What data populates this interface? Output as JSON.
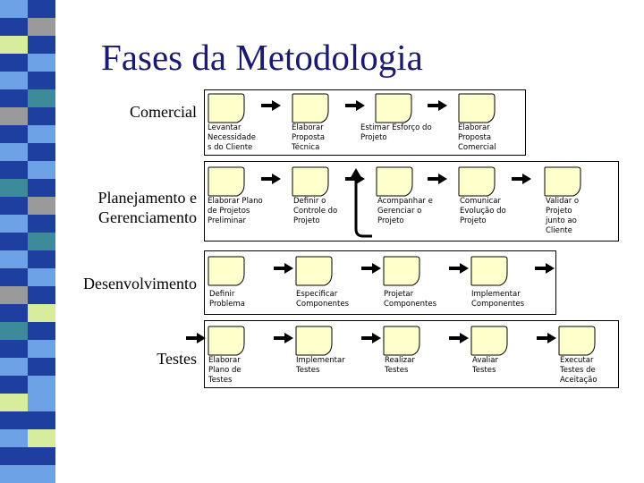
{
  "slide": {
    "title": "Fases da Metodologia"
  },
  "colors": {
    "title": "#1a1a6e",
    "doc_fill": "#ffffcc",
    "stripe_dark": "#1f3fa0",
    "stripe_light": "#6ea2e6",
    "stripe_teal": "#3d8a9a",
    "stripe_gray": "#9a9a9a",
    "stripe_lime": "#d7ec9c"
  },
  "icons": {
    "document": "document-icon",
    "arrow": "arrow-right-icon",
    "loop": "loop-arrow-icon"
  },
  "phases": [
    {
      "label": "Comercial",
      "steps": [
        "Levantar\nNecessidade\ns do Cliente",
        "Elaborar\nProposta\nTécnica",
        "Estimar Esforço do\nProjeto",
        "Elaborar\nProposta\nComercial"
      ]
    },
    {
      "label": "Planejamento e\nGerenciamento",
      "steps": [
        "Elaborar Plano\nde Projetos\nPreliminar",
        "Definir o\nControle do\nProjeto",
        "Acompanhar e\nGerenciar o\nProjeto",
        "Comunicar\nEvolução do\nProjeto",
        "Validar o\nProjeto\njunto ao\nCliente"
      ]
    },
    {
      "label": "Desenvolvimento",
      "steps": [
        "Definir\nProblema",
        "Especificar\nComponentes",
        "Projetar\nComponentes",
        "Implementar\nComponentes"
      ]
    },
    {
      "label": "Testes",
      "steps": [
        "Elaborar\nPlano de\nTestes",
        "Implementar\nTestes",
        "Realizar\nTestes",
        "Avaliar\nTestes",
        "Executar\nTestes de\nAceitação"
      ]
    }
  ]
}
